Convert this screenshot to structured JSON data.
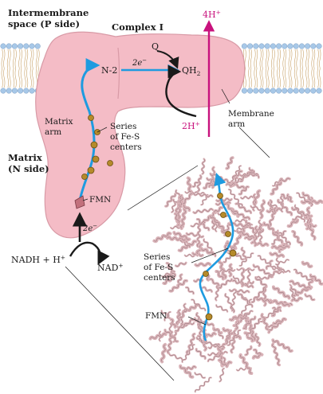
{
  "labels": {
    "intermembrane_line1": "Intermembrane",
    "intermembrane_line2": "space (P side)",
    "complex": "Complex I",
    "q": "Q",
    "qh2": "QH",
    "qh2_sub": "2",
    "n2": "N-2",
    "two_e_top": "2e",
    "two_e_top_sup": "−",
    "four_h": "4H",
    "four_h_sup": "+",
    "two_h": "2H",
    "two_h_sup": "+",
    "membrane_arm_line1": "Membrane",
    "membrane_arm_line2": "arm",
    "matrix_arm_line1": "Matrix",
    "matrix_arm_line2": "arm",
    "series_line1": "Series",
    "series_line2": "of Fe-S",
    "series_line3": "centers",
    "matrix_side_line1": "Matrix",
    "matrix_side_line2": "(N side)",
    "fmn": "FMN",
    "two_e_bottom": "2e",
    "two_e_bottom_sup": "−",
    "nadh": "NADH + H",
    "nadh_sup": "+",
    "nad": "NAD",
    "nad_sup": "+",
    "struct_series_line1": "Series",
    "struct_series_line2": "of Fe-S",
    "struct_series_line3": "centers",
    "struct_fmn": "FMN"
  },
  "colors": {
    "complex_fill": "#f4bcc6",
    "complex_stroke": "#d89aa6",
    "electron_path": "#1e9be0",
    "proton_arrow": "#c8127d",
    "membrane_head": "#a7c8e8",
    "protein_ribbon": "#d9b3b8"
  }
}
